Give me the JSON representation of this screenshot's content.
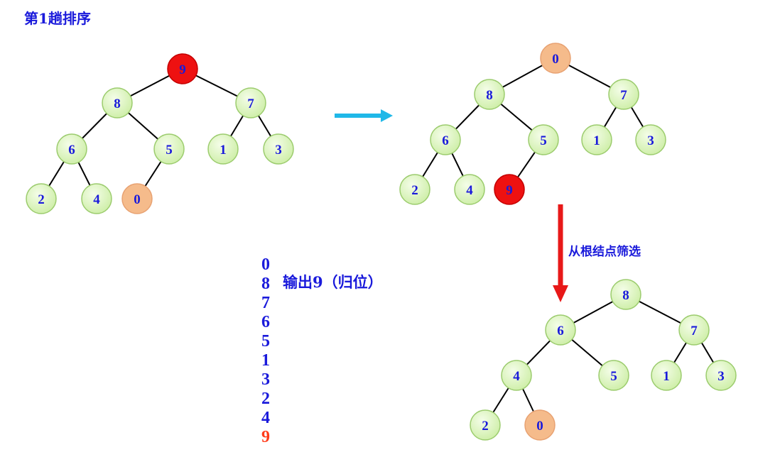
{
  "title": "第1趟排序",
  "arrow_color": "#20b8e8",
  "down_arrow_color": "#e81818",
  "sift_label": "从根结点筛选",
  "sequence": [
    "0",
    "8",
    "7",
    "6",
    "5",
    "1",
    "3",
    "2",
    "4",
    "9"
  ],
  "output_label": "输出9（归位）",
  "colors": {
    "normal_fill": "#ddf5bf",
    "normal_stroke": "#9ccc6e",
    "red_fill": "#ee1111",
    "orange_fill": "#f5bb8b",
    "text": "#1a1adb",
    "highlight_text": "#ff3b1a"
  },
  "trees": [
    {
      "name": "tree-before",
      "nodes": [
        {
          "id": "a",
          "label": "9",
          "style": "red"
        },
        {
          "id": "b",
          "label": "8",
          "style": "normal"
        },
        {
          "id": "c",
          "label": "7",
          "style": "normal"
        },
        {
          "id": "d",
          "label": "6",
          "style": "normal"
        },
        {
          "id": "e",
          "label": "5",
          "style": "normal"
        },
        {
          "id": "f",
          "label": "1",
          "style": "normal"
        },
        {
          "id": "g",
          "label": "3",
          "style": "normal"
        },
        {
          "id": "h",
          "label": "2",
          "style": "normal"
        },
        {
          "id": "i",
          "label": "4",
          "style": "normal"
        },
        {
          "id": "j",
          "label": "0",
          "style": "orange"
        }
      ],
      "edges": [
        [
          "a",
          "b"
        ],
        [
          "a",
          "c"
        ],
        [
          "b",
          "d"
        ],
        [
          "b",
          "e"
        ],
        [
          "c",
          "f"
        ],
        [
          "c",
          "g"
        ],
        [
          "d",
          "h"
        ],
        [
          "d",
          "i"
        ],
        [
          "e",
          "j"
        ]
      ]
    },
    {
      "name": "tree-swapped",
      "nodes": [
        {
          "id": "a",
          "label": "0",
          "style": "orange"
        },
        {
          "id": "b",
          "label": "8",
          "style": "normal"
        },
        {
          "id": "c",
          "label": "7",
          "style": "normal"
        },
        {
          "id": "d",
          "label": "6",
          "style": "normal"
        },
        {
          "id": "e",
          "label": "5",
          "style": "normal"
        },
        {
          "id": "f",
          "label": "1",
          "style": "normal"
        },
        {
          "id": "g",
          "label": "3",
          "style": "normal"
        },
        {
          "id": "h",
          "label": "2",
          "style": "normal"
        },
        {
          "id": "i",
          "label": "4",
          "style": "normal"
        },
        {
          "id": "j",
          "label": "9",
          "style": "red"
        }
      ],
      "edges": [
        [
          "a",
          "b"
        ],
        [
          "a",
          "c"
        ],
        [
          "b",
          "d"
        ],
        [
          "b",
          "e"
        ],
        [
          "c",
          "f"
        ],
        [
          "c",
          "g"
        ],
        [
          "d",
          "h"
        ],
        [
          "d",
          "i"
        ],
        [
          "e",
          "j"
        ]
      ]
    },
    {
      "name": "tree-sifted",
      "nodes": [
        {
          "id": "a",
          "label": "8",
          "style": "normal"
        },
        {
          "id": "b",
          "label": "6",
          "style": "normal"
        },
        {
          "id": "c",
          "label": "7",
          "style": "normal"
        },
        {
          "id": "d",
          "label": "4",
          "style": "normal"
        },
        {
          "id": "e",
          "label": "5",
          "style": "normal"
        },
        {
          "id": "f",
          "label": "1",
          "style": "normal"
        },
        {
          "id": "g",
          "label": "3",
          "style": "normal"
        },
        {
          "id": "h",
          "label": "2",
          "style": "normal"
        },
        {
          "id": "j",
          "label": "0",
          "style": "orange"
        }
      ],
      "edges": [
        [
          "a",
          "b"
        ],
        [
          "a",
          "c"
        ],
        [
          "b",
          "d"
        ],
        [
          "b",
          "e"
        ],
        [
          "c",
          "f"
        ],
        [
          "c",
          "g"
        ],
        [
          "d",
          "h"
        ],
        [
          "d",
          "j"
        ]
      ]
    }
  ]
}
